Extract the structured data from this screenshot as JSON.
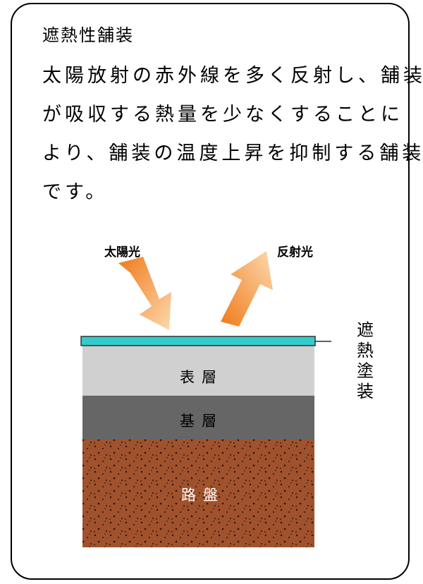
{
  "title": "遮熱性舗装",
  "description_lines": [
    "太陽放射の赤外線を多く反射し、舗装",
    "が吸収する熱量を少なくすることに",
    "より、舗装の温度上昇を抑制する舗装",
    "です。"
  ],
  "diagram": {
    "incoming_label": "太陽光",
    "reflected_label": "反射光",
    "coating_label_chars": [
      "遮",
      "熱",
      "塗",
      "装"
    ],
    "layers": {
      "surface": "表層",
      "base": "基層",
      "subgrade": "路盤"
    },
    "colors": {
      "coating": "#33cccc",
      "surface": "#d0d0d0",
      "base": "#666666",
      "subgrade": "#a0522d",
      "arrow_dark": "#f07a1a",
      "arrow_light": "#fcd9ae"
    }
  }
}
